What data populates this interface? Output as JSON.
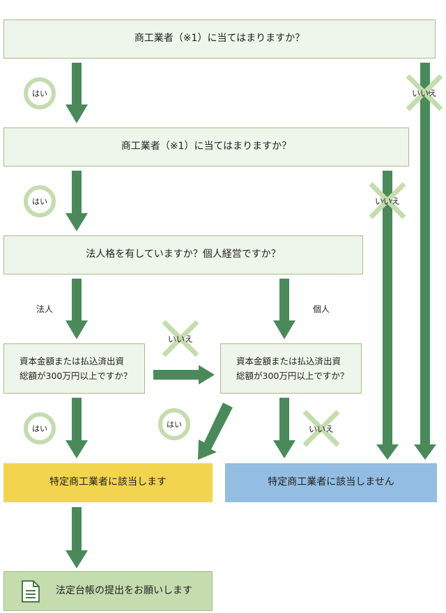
{
  "colors": {
    "arrow": "#4a8a5a",
    "question_fill": "#eef5ea",
    "question_border": "#aab98a",
    "circle": "#c5dcae",
    "cross": "#c5dcae",
    "result_yes": "#f3d44e",
    "result_no": "#93bde2",
    "request_fill": "#c5dcae"
  },
  "questions": {
    "q1": "商工業者（※1）に当てはまりますか？",
    "q2": "商工業者（※1）に当てはまりますか？",
    "q3": "法人格を有していますか？個人経営ですか？",
    "q4_line1": "資本金額または払込済出資",
    "q4_line2": "総額が300万円以上ですか？",
    "q5_line1": "資本金額または払込済出資",
    "q5_line2": "総額が300万円以上ですか？"
  },
  "answers": {
    "yes": "はい",
    "no": "いいえ",
    "corporation": "法人",
    "individual": "個人"
  },
  "results": {
    "applies": "特定商工業者に該当します",
    "not_applies": "特定商工業者に該当しません",
    "request": "法定台帳の提出をお願いします"
  },
  "icons": {
    "document": "document-icon"
  }
}
